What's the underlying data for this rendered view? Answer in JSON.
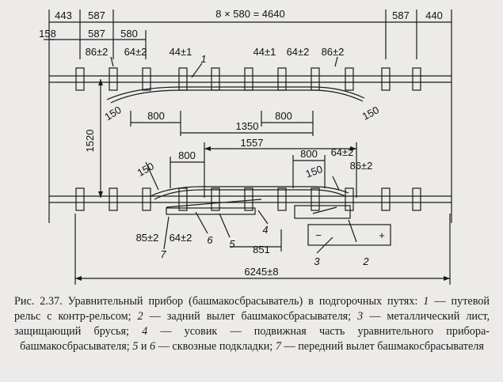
{
  "dimensions": {
    "top_span": "8 × 580 = 4640",
    "d443": "443",
    "d587_left_top": "587",
    "d587_left_2": "587",
    "d587_right": "587",
    "d440": "440",
    "d158": "158",
    "d580": "580",
    "tie_86_left": "86±2",
    "tie_64_left": "64±2",
    "tie_44_a": "44±1",
    "tie_44_b": "44±1",
    "tie_64_right": "64±2",
    "tie_86_right": "86±2",
    "d150_tl": "150",
    "d150_tr": "150",
    "d800_t1": "800",
    "d800_t2": "800",
    "d1350": "1350",
    "d1520": "1520",
    "d1557": "1557",
    "d800_b1": "800",
    "d800_b2": "800",
    "b_64_tr": "64±2",
    "b_86_tr": "86±2",
    "d150_bl": "150",
    "d150_br": "150",
    "b_85": "85±2",
    "b_64_bl": "64±2",
    "d851": "851",
    "total": "6245±8",
    "minus": "−",
    "plus": "+"
  },
  "labels": {
    "l1": "1",
    "l2": "2",
    "l3": "3",
    "l4": "4",
    "l5": "5",
    "l6": "6",
    "l7": "7"
  },
  "caption": {
    "lead": "Рис. 2.37. Уравнительный прибор (башмакосбрасыватель) в подгорочных путях:",
    "n1": "1",
    "t1": " — путевой рельс с контр-рельсом; ",
    "n2": "2",
    "t2": " — задний вылет башмакосбрасывателя;",
    "n3": "3",
    "t3": " — металлический лист, защищающий брусья; ",
    "n4": "4",
    "t4": " — усовик — подвижная часть уравнительного прибора-башмакосбрасывателя; ",
    "n5": "5",
    "t5": " и ",
    "n6": "6",
    "t6": " — сквозные подкладки; ",
    "n7": "7",
    "t7": " — передний вылет башмакосбрасывателя"
  }
}
